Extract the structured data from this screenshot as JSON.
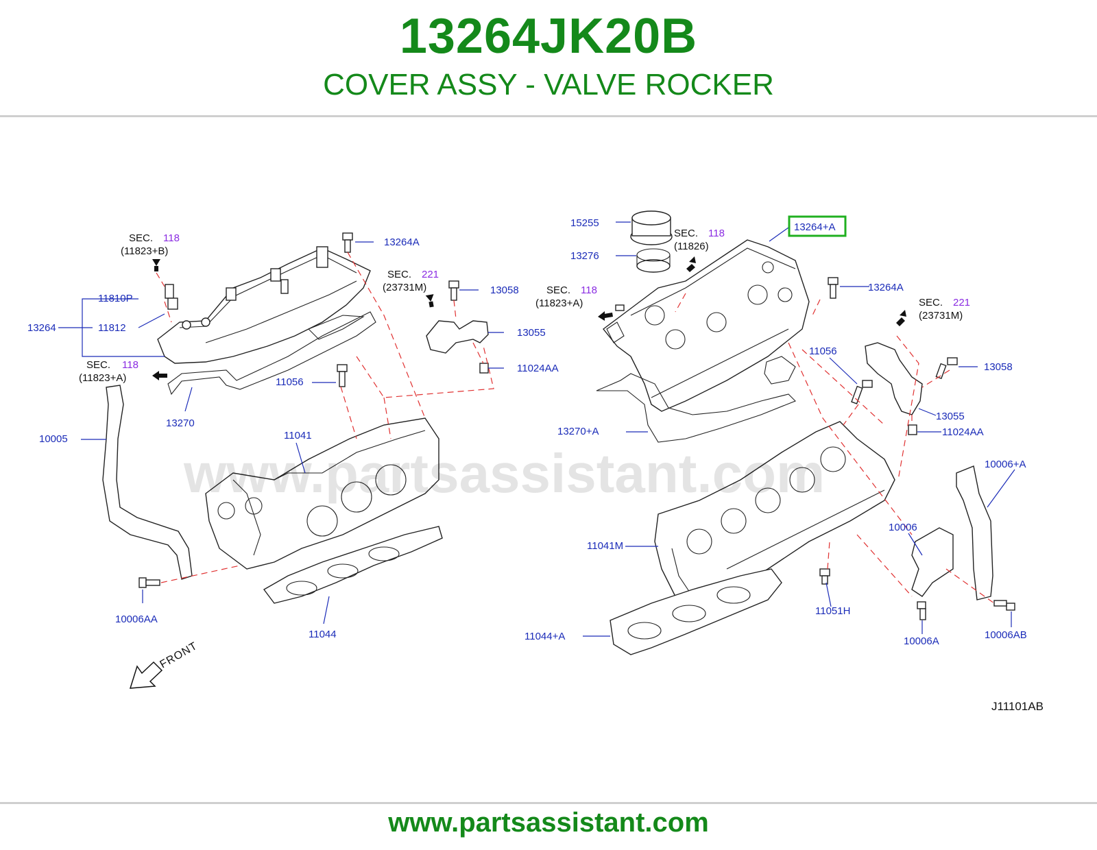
{
  "header": {
    "part_number": "13264JK20B",
    "part_name": "COVER ASSY - VALVE ROCKER"
  },
  "diagram": {
    "watermark": "www.partsassistant.com",
    "code": "J11101AB",
    "front_label": "FRONT",
    "highlighted_label": "13264+A",
    "highlight_color": "#20b020",
    "labels": {
      "l_13264A": "13264A",
      "l_11810P": "11810P",
      "l_13264": "13264",
      "l_11812": "11812",
      "l_13058_left": "13058",
      "l_13055_left": "13055",
      "l_11024AA_left": "11024AA",
      "l_11056_left": "11056",
      "l_13270": "13270",
      "l_10005": "10005",
      "l_11041": "11041",
      "l_10006AA": "10006AA",
      "l_11044": "11044",
      "r_15255": "15255",
      "r_13276": "13276",
      "r_13264A": "13264A",
      "r_11056": "11056",
      "r_13058": "13058",
      "r_13270A": "13270+A",
      "r_13055": "13055",
      "r_11024AA": "11024AA",
      "r_10006A_plus": "10006+A",
      "r_10006": "10006",
      "r_11041M": "11041M",
      "r_11051H": "11051H",
      "r_10006A": "10006A",
      "r_10006AB": "10006AB",
      "r_11044A": "11044+A"
    },
    "sections": [
      {
        "key": "s1",
        "sec": "SEC.",
        "num": "118",
        "ref": "(11823+B)"
      },
      {
        "key": "s2",
        "sec": "SEC.",
        "num": "221",
        "ref": "(23731M)"
      },
      {
        "key": "s3",
        "sec": "SEC.",
        "num": "118",
        "ref": "(11823+A)"
      },
      {
        "key": "s4",
        "sec": "SEC.",
        "num": "118",
        "ref": "(11826)"
      },
      {
        "key": "s5",
        "sec": "SEC.",
        "num": "118",
        "ref": "(11823+A)"
      },
      {
        "key": "s6",
        "sec": "SEC.",
        "num": "221",
        "ref": "(23731M)"
      }
    ]
  },
  "footer": {
    "url": "www.partsassistant.com"
  }
}
